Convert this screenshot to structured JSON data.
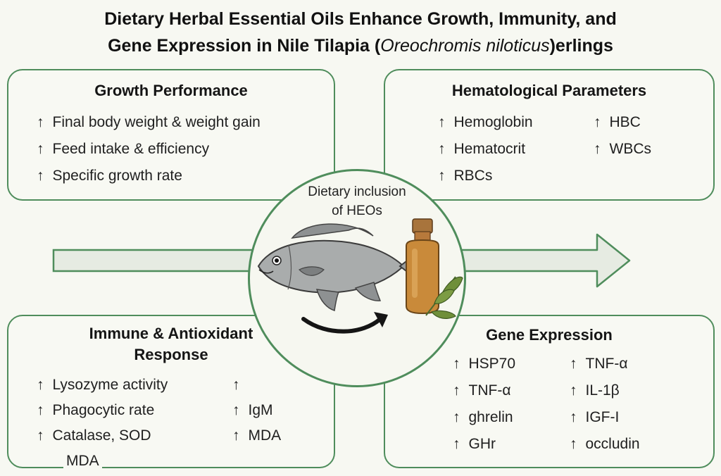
{
  "title": {
    "line1": "Dietary Herbal Essential Oils Enhance Growth, Immunity, and",
    "line2_pre": "Gene Expression in Nile Tilapia (",
    "line2_italic": "Oreochromis niloticus",
    "line2_post": ")erlings"
  },
  "arrow_symbol": "↑",
  "growth": {
    "heading": "Growth Performance",
    "items": [
      "Final body weight & weight gain",
      "Feed intake & efficiency",
      "Specific growth rate"
    ]
  },
  "hematology": {
    "heading": "Hematological Parameters",
    "items": [
      "Hemoglobin",
      "Hematocrit",
      "RBCs",
      "HBC",
      "WBCs"
    ]
  },
  "center": {
    "label_line1": "Dietary inclusion",
    "label_line2": "of HEOs"
  },
  "immune": {
    "heading_line1": "Immune & Antioxidant",
    "heading_line2": "Response",
    "items": [
      "Lysozyme activity",
      "Phagocytic rate",
      "Catalase, SOD",
      "",
      "IgM",
      "MDA"
    ],
    "extra": "MDA"
  },
  "gene": {
    "heading": "Gene Expression",
    "items": [
      "HSP70",
      "TNF-α",
      "ghrelin",
      "GHr",
      "TNF-α",
      "IL-1β",
      "IGF-I",
      "occludin"
    ]
  },
  "colors": {
    "border": "#4f8d5c",
    "arrow_fill": "#e6ebe2",
    "background": "#f7f8f2"
  },
  "icons": [
    "fish-illustration",
    "oil-bottle-icon",
    "leaf-icon",
    "curved-arrow-icon"
  ]
}
